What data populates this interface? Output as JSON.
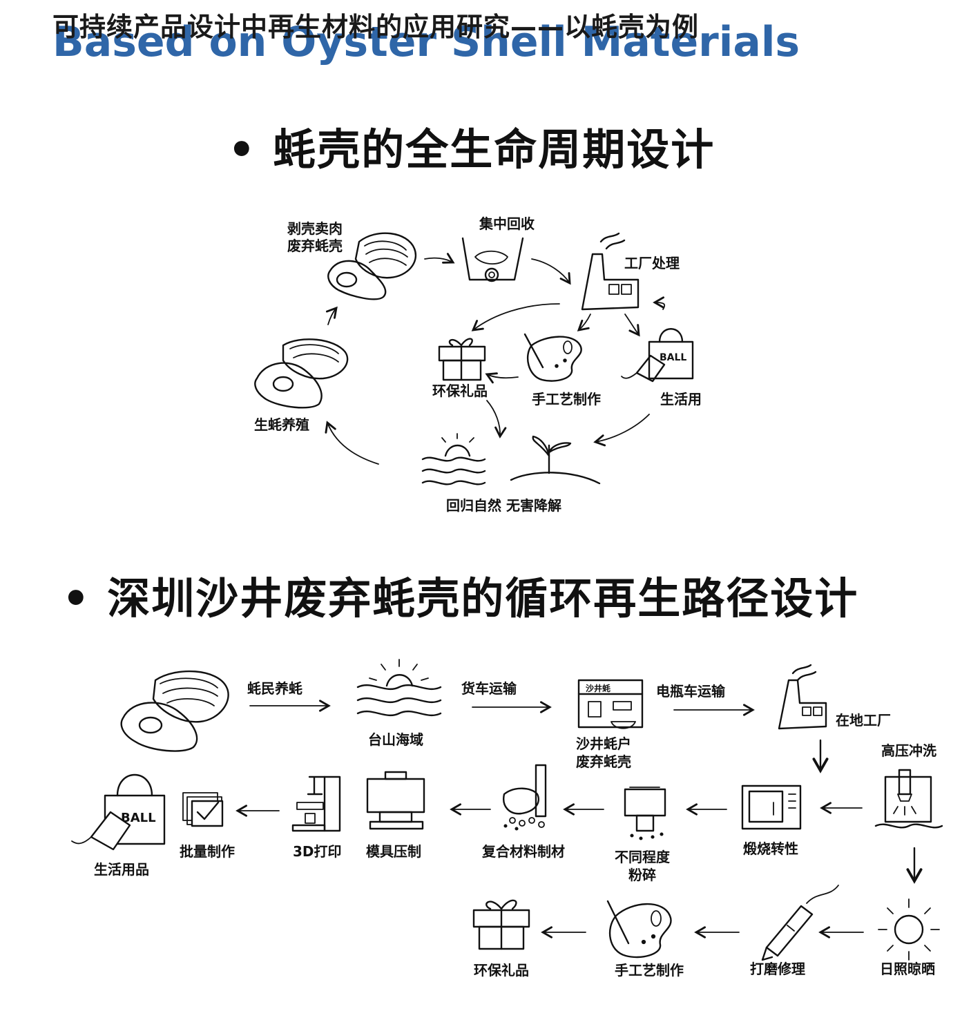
{
  "header": {
    "title_cn": "可持续产品设计中再生材料的应用研究——以蚝壳为例",
    "title_en": "Based on Oyster Shell Materials"
  },
  "section1": {
    "title": "• 蚝壳的全生命周期设计",
    "nodes": {
      "shuck": [
        "剥壳卖肉",
        "废弃蚝壳"
      ],
      "collect": "集中回收",
      "factory": "工厂处理",
      "gift": "环保礼品",
      "craft": "手工艺制作",
      "daily": "生活用",
      "farm": "生蚝养殖",
      "nature": "回归自然 无害降解"
    }
  },
  "section2": {
    "title": "• 深圳沙井废弃蚝壳的循环再生路径设计",
    "row1": {
      "arrow1": "蚝民养蚝",
      "sea": "台山海域",
      "arrow2": "货车运输",
      "household": [
        "沙井蚝户",
        "废弃蚝壳"
      ],
      "arrow3": "电瓶车运输",
      "factory": "在地工厂",
      "shop_sign": "沙井蚝"
    },
    "row2": {
      "wash": "高压冲洗",
      "calcine": "煅烧转性",
      "crush": [
        "不同程度",
        "粉碎"
      ],
      "composite": "复合材料制材",
      "mold": "模具压制",
      "print3d": "3D打印",
      "batch": "批量制作",
      "daily_goods": "生活用品"
    },
    "row3": {
      "sun": "日照晾晒",
      "polish": "打磨修理",
      "craft": "手工艺制作",
      "gift": "环保礼品"
    }
  },
  "bag_text": "BALL"
}
